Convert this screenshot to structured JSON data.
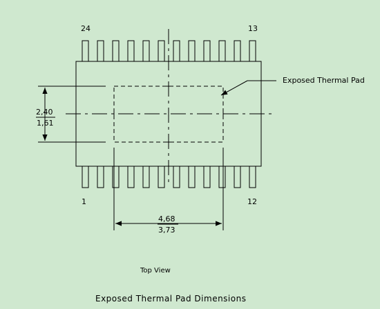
{
  "pins": {
    "top_left_number": "24",
    "top_right_number": "13",
    "bottom_left_number": "1",
    "bottom_right_number": "12",
    "count_per_side": 12
  },
  "callout": {
    "label": "Exposed Thermal Pad"
  },
  "dimensions": {
    "height_max": "2,40",
    "height_min": "1,61",
    "width_max": "4,68",
    "width_min": "3,73"
  },
  "view_label": "Top View",
  "caption": "Exposed Thermal Pad Dimensions",
  "colors": {
    "background": "#cfe8cf",
    "ink": "#000000"
  }
}
